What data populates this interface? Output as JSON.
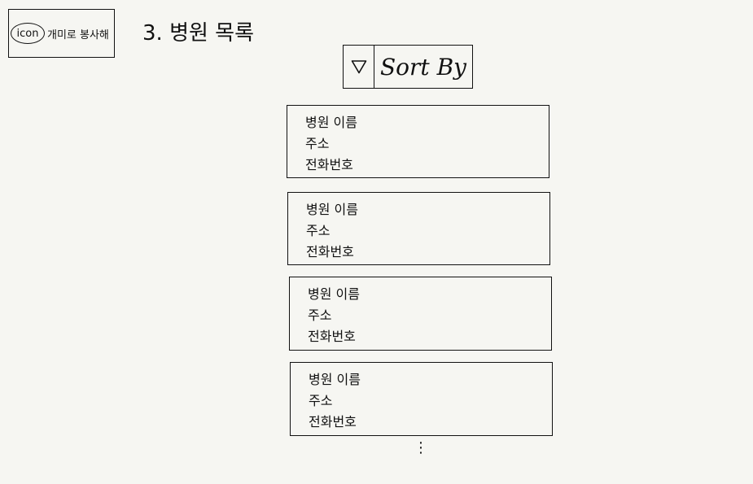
{
  "header": {
    "icon_label": "icon",
    "app_name": "개미로 봉사해",
    "page_title": "3. 병원 목록"
  },
  "sort": {
    "label": "Sort By",
    "arrow_icon": "triangle-down-icon"
  },
  "hospitals": [
    {
      "name": "병원 이름",
      "address": "주소",
      "phone": "전화번호"
    },
    {
      "name": "병원 이름",
      "address": "주소",
      "phone": "전화번호"
    },
    {
      "name": "병원 이름",
      "address": "주소",
      "phone": "전화번호"
    },
    {
      "name": "병원 이름",
      "address": "주소",
      "phone": "전화번호"
    }
  ],
  "more_indicator": "⋮"
}
